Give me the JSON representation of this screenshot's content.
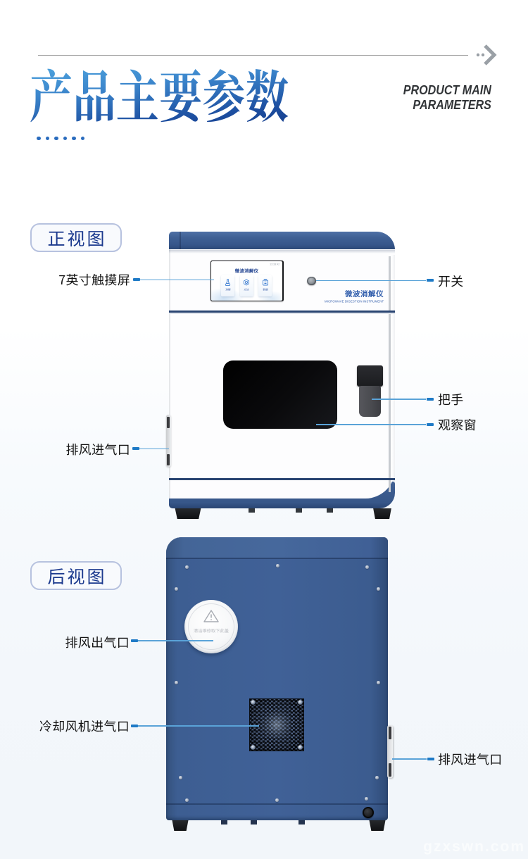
{
  "header": {
    "title_cn": "产品主要参数",
    "title_en_line1": "PRODUCT MAIN",
    "title_en_line2": "PARAMETERS"
  },
  "front_view": {
    "badge": "正视图",
    "machine": {
      "screen": {
        "time": "13:33:42",
        "title": "微波消解仪",
        "cards": [
          {
            "label": "消解"
          },
          {
            "label": "方法"
          },
          {
            "label": "数据"
          }
        ]
      },
      "brand_cn": "微波消解仪",
      "brand_en": "MICROWAVE DIGESTION INSTRUMENT"
    },
    "labels": {
      "touchscreen": "7英寸触摸屏",
      "switch": "开关",
      "handle": "把手",
      "window": "观察窗",
      "side_vent": "排风进气口"
    }
  },
  "rear_view": {
    "badge": "后视图",
    "cover_text": "清洁维修取下此盖",
    "labels": {
      "exhaust_outlet": "排风出气口",
      "cooling_fan_inlet": "冷却风机进气口",
      "exhaust_inlet": "排风进气口"
    }
  },
  "watermark": "gzxswn.com",
  "colors": {
    "accent_blue": "#1e7ac6",
    "leader_line": "#5aa3d8",
    "machine_blue": "#3d5e92",
    "navy_text": "#1c3a8e",
    "title_gradient_top": "#51a8e0",
    "title_gradient_bottom": "#17418f"
  }
}
